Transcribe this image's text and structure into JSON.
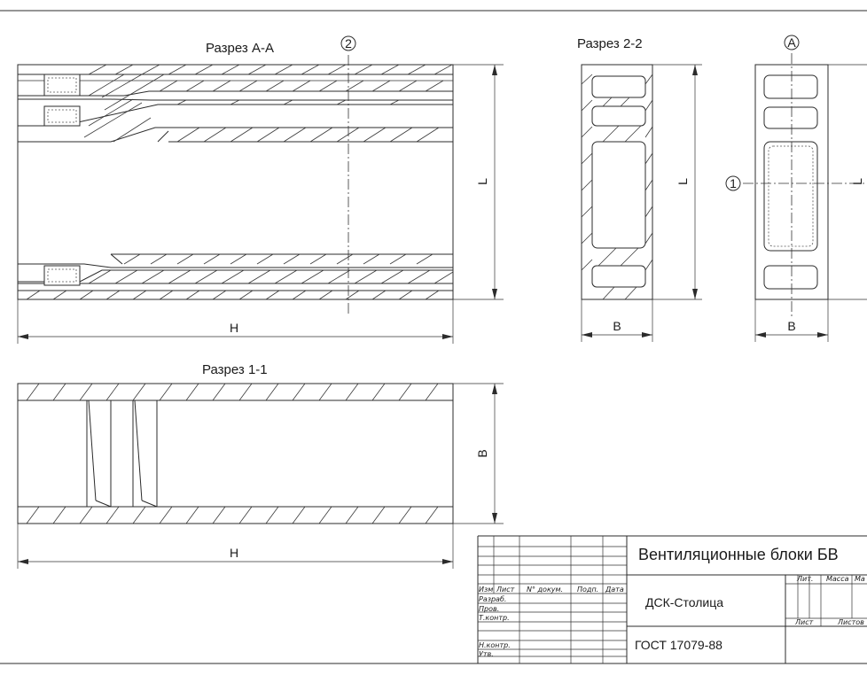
{
  "sections": {
    "aa": "Разрез А-А",
    "s22": "Разрез 2-2",
    "s11": "Разрез 1-1"
  },
  "markers": {
    "m2": "2",
    "mA": "А",
    "m1": "1"
  },
  "dims": {
    "H_top": "Н",
    "H_bottom": "Н",
    "L_aa": "L",
    "L_22": "L",
    "L_view": "L",
    "B_22": "В",
    "B_view": "В",
    "B_11": "В"
  },
  "stamp": {
    "title": "Вентиляционные блоки БВ",
    "company": "ДСК-Столица",
    "standard": "ГОСТ 17079-88",
    "col_izm": "Изм",
    "col_list": "Лист",
    "col_doc": "N° докум.",
    "col_sign": "Подп.",
    "col_date": "Дата",
    "row_razrab": "Разраб.",
    "row_prov": "Пров.",
    "row_tkontr": "Т.контр.",
    "row_nkontr": "Н.контр.",
    "row_utv": "Утв.",
    "lit": "Лит.",
    "massa": "Масса",
    "masshtab": "Ма",
    "list": "Лист",
    "listov": "Листов"
  }
}
